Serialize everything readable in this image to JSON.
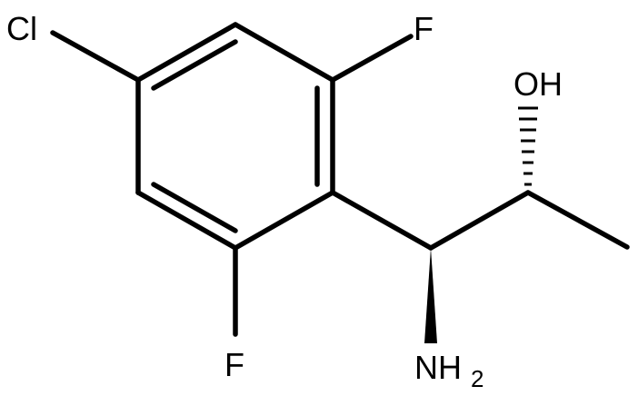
{
  "molecule": {
    "atoms": {
      "cl": "Cl",
      "f_top": "F",
      "f_bottom": "F",
      "oh": "OH",
      "nh2_main": "NH",
      "nh2_sub": "2"
    }
  }
}
